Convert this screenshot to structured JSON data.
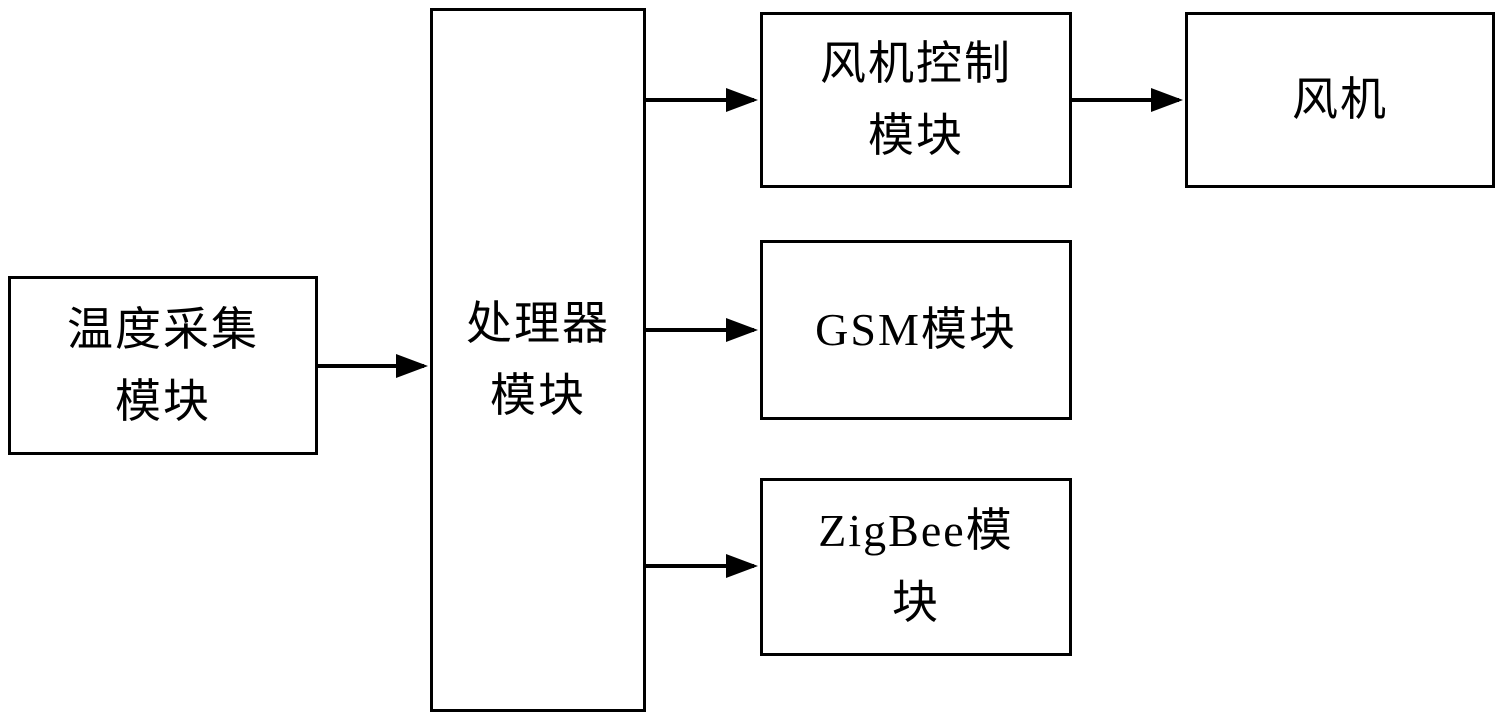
{
  "diagram": {
    "type": "block-diagram",
    "nodes": {
      "temperature": {
        "id": "temperature-collection-module",
        "lines": [
          "温度采集",
          "模块"
        ]
      },
      "processor": {
        "id": "processor-module",
        "lines": [
          "处理器",
          "模块"
        ]
      },
      "fan_control": {
        "id": "fan-control-module",
        "lines": [
          "风机控制",
          "模块"
        ]
      },
      "fan": {
        "id": "fan",
        "lines": [
          "风机"
        ]
      },
      "gsm": {
        "id": "gsm-module",
        "lines": [
          "GSM模块"
        ]
      },
      "zigbee": {
        "id": "zigbee-module",
        "lines": [
          "ZigBee模",
          "块"
        ]
      }
    },
    "edges": [
      {
        "from": "temperature-collection-module",
        "to": "processor-module",
        "direction": "right"
      },
      {
        "from": "processor-module",
        "to": "fan-control-module",
        "direction": "right"
      },
      {
        "from": "fan-control-module",
        "to": "fan",
        "direction": "right"
      },
      {
        "from": "processor-module",
        "to": "gsm-module",
        "direction": "right"
      },
      {
        "from": "processor-module",
        "to": "zigbee-module",
        "direction": "right"
      }
    ],
    "colors": {
      "line": "#000000",
      "box_fill": "#ffffff",
      "background": "#ffffff",
      "text": "#000000"
    }
  }
}
